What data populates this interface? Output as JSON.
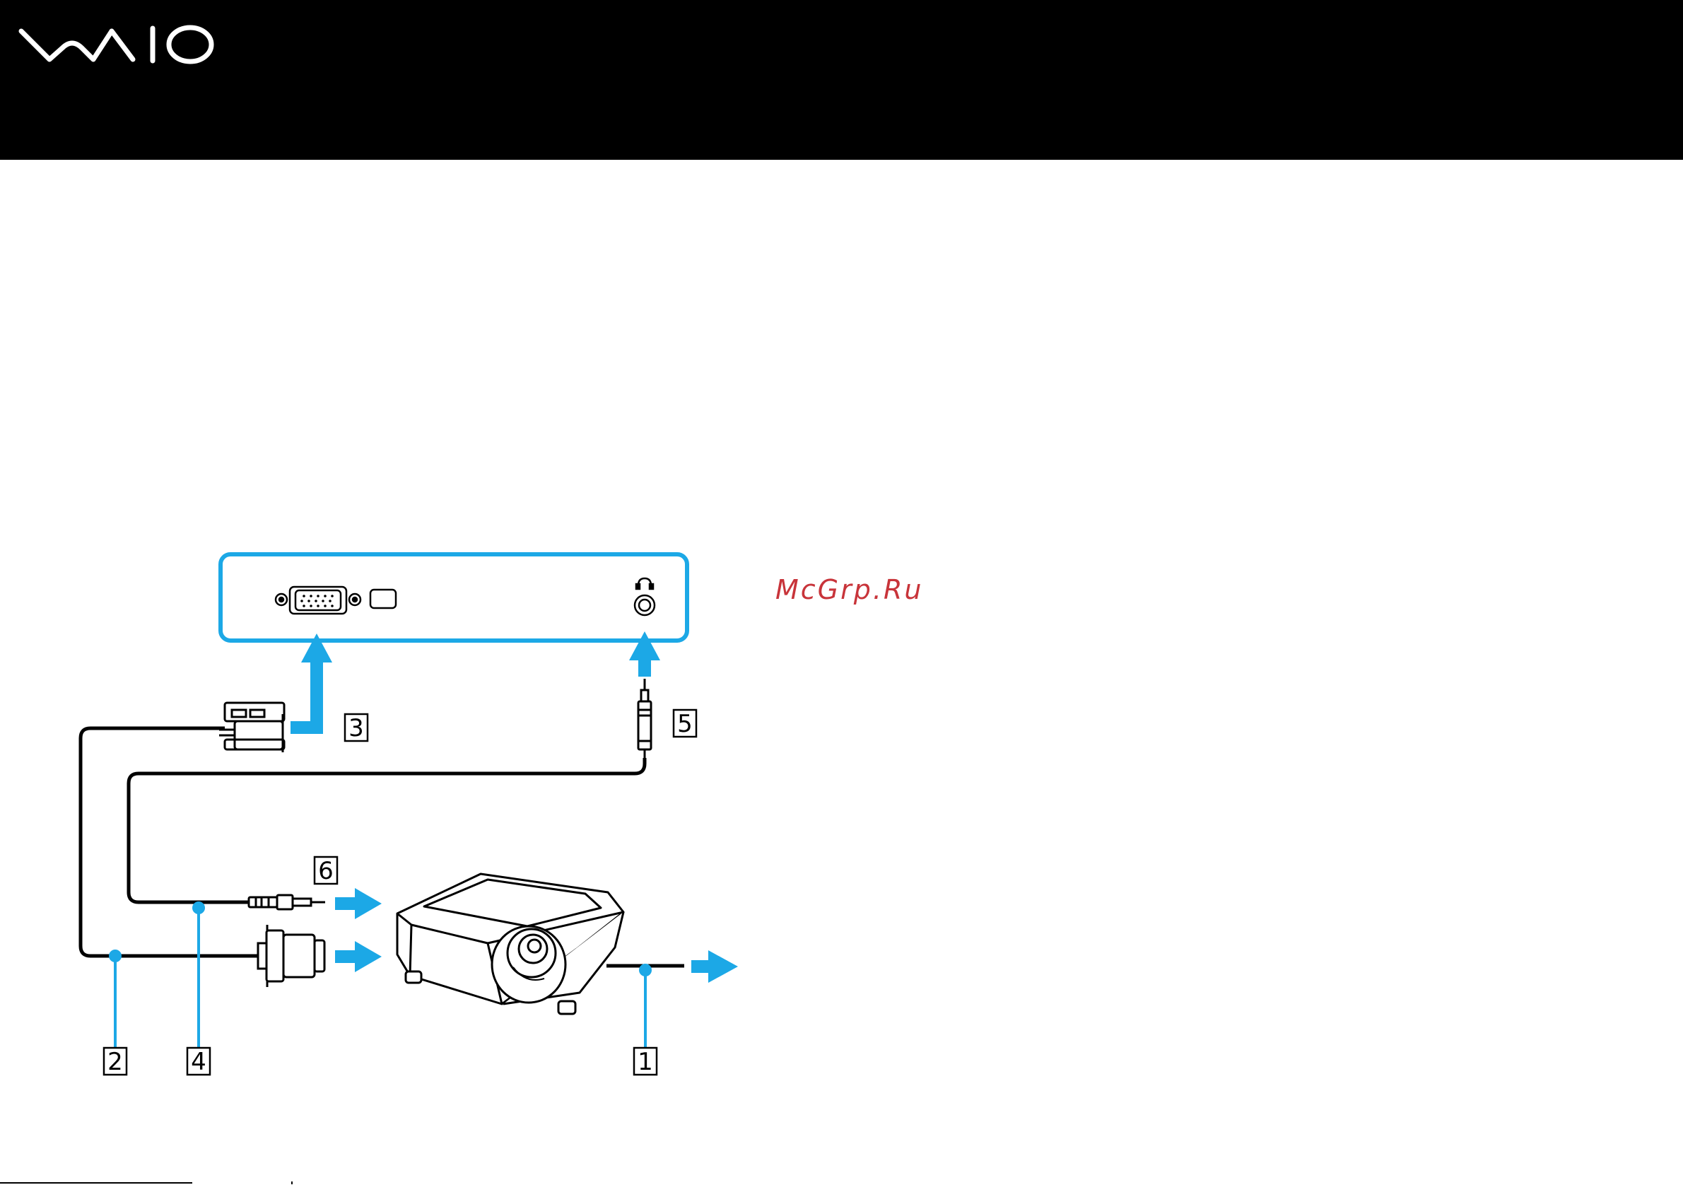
{
  "header": {
    "brand": "VAIO",
    "background_color": "#000000",
    "logo_icon": "vaio-logo-icon"
  },
  "watermark": {
    "text": "McGrp.Ru",
    "color": "#c8343a"
  },
  "diagram": {
    "accent_color": "#1ca8e6",
    "callouts": {
      "c1": "1",
      "c2": "2",
      "c3": "3",
      "c4": "4",
      "c5": "5",
      "c6": "6"
    },
    "icons": [
      "computer-port-panel-icon",
      "vga-port-icon",
      "headphone-jack-icon",
      "vga-connector-icon",
      "audio-plug-icon",
      "projector-icon",
      "arrow-icon"
    ]
  }
}
